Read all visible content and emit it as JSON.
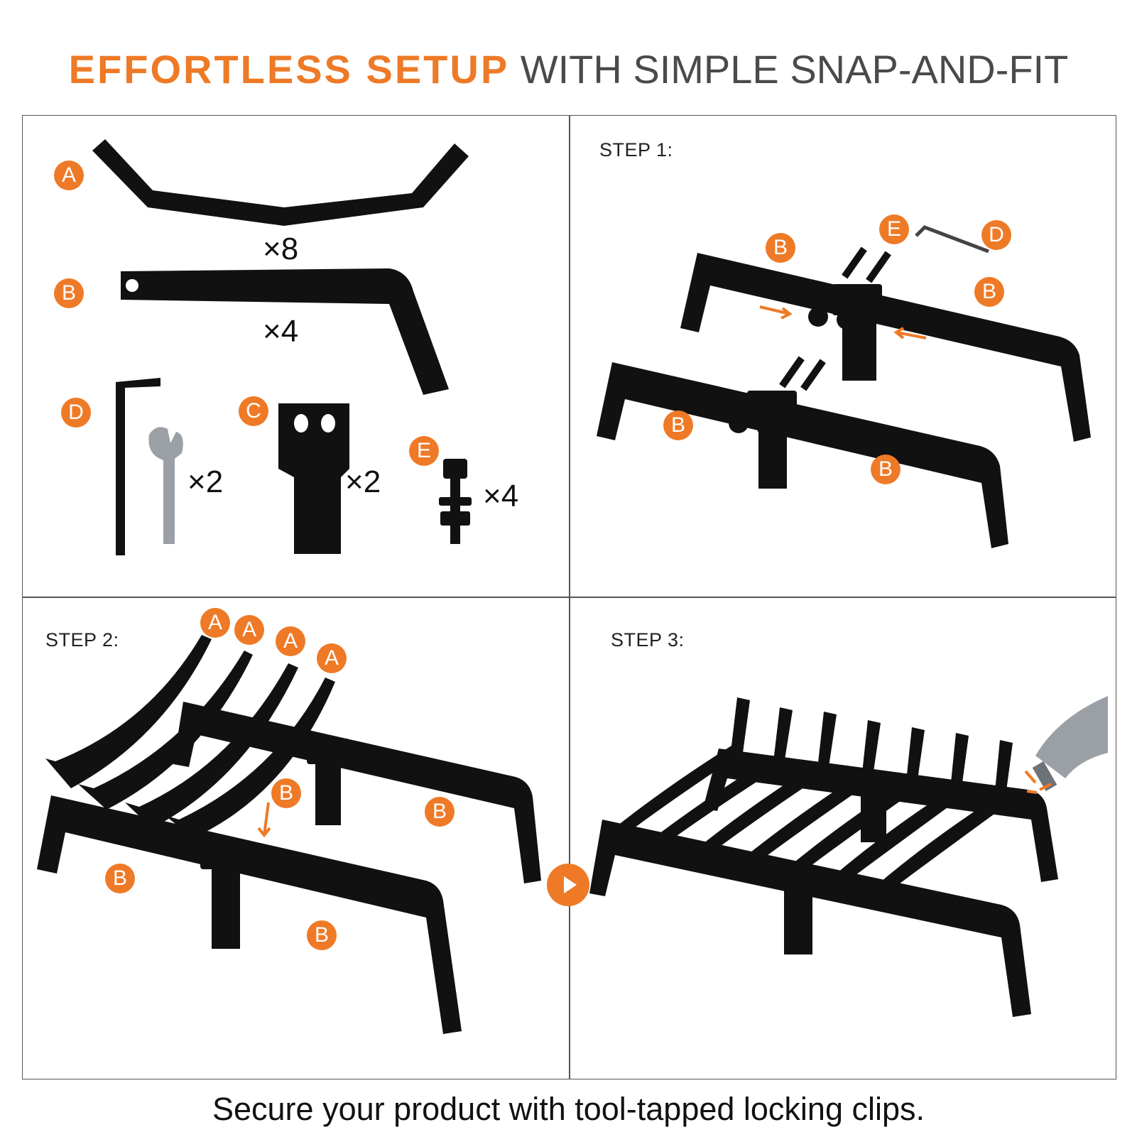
{
  "headline": {
    "bold": "EFFORTLESS SETUP",
    "rest": "WITH SIMPLE SNAP-AND-FIT"
  },
  "accent_color": "#ee7a27",
  "parts": {
    "a_label": "A",
    "a_qty": "×8",
    "b_label": "B",
    "b_qty": "×4",
    "c_label": "C",
    "c_qty": "×2",
    "d_label": "D",
    "d_qty": "×2",
    "e_label": "E",
    "e_qty": "×4"
  },
  "steps": {
    "step1": "STEP 1:",
    "step2": "STEP 2:",
    "step3": "STEP 3:"
  },
  "icons": [
    "play-arrow-icon",
    "hammer-icon",
    "hex-key-icon",
    "wrench-icon"
  ],
  "footer": "Secure your product with tool-tapped locking clips."
}
